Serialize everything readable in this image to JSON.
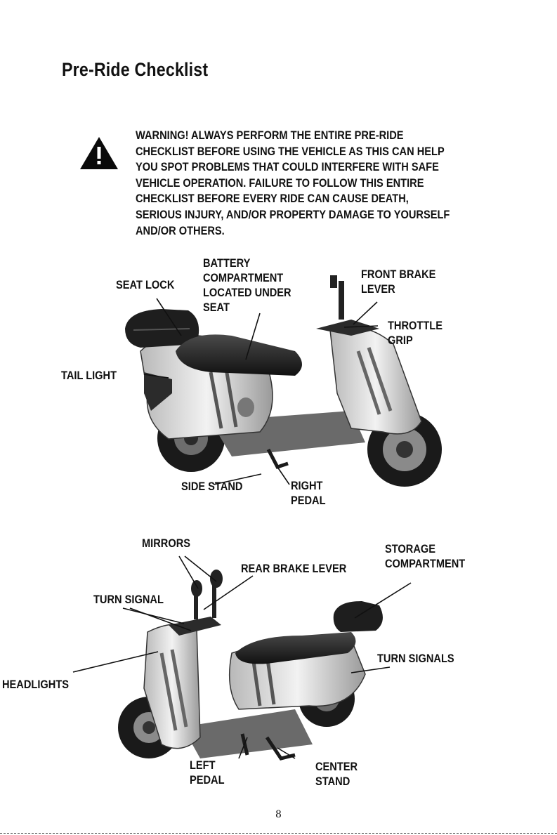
{
  "page": {
    "title": "Pre-Ride Checklist",
    "page_number": "8"
  },
  "warning": {
    "icon": "warning-triangle-icon",
    "lines": [
      "WARNING!  ALWAYS PERFORM THE ENTIRE PRE-RIDE",
      "CHECKLIST BEFORE USING THE VEHICLE AS THIS CAN HELP",
      "YOU SPOT PROBLEMS THAT COULD INTERFERE WITH SAFE",
      "VEHICLE OPERATION.  FAILURE TO FOLLOW THIS ENTIRE",
      "CHECKLIST BEFORE EVERY RIDE CAN CAUSE DEATH,",
      "SERIOUS INJURY, AND/OR PROPERTY DAMAGE TO YOURSELF",
      "AND/OR OTHERS."
    ]
  },
  "figure1": {
    "seat_lock": "SEAT LOCK",
    "battery": [
      "BATTERY",
      "COMPARTMENT",
      "LOCATED UNDER",
      "SEAT"
    ],
    "front_brake": [
      "FRONT BRAKE",
      "LEVER"
    ],
    "throttle": [
      "THROTTLE",
      "GRIP"
    ],
    "tail_light": "TAIL LIGHT",
    "side_stand": "SIDE STAND",
    "right_pedal": [
      "RIGHT",
      "PEDAL"
    ]
  },
  "figure2": {
    "mirrors": "MIRRORS",
    "storage": [
      "STORAGE",
      "COMPARTMENT"
    ],
    "rear_brake": "REAR BRAKE LEVER",
    "turn_signal": "TURN SIGNAL",
    "turn_signals": "TURN SIGNALS",
    "headlights": "HEADLIGHTS",
    "left_pedal": [
      "LEFT",
      "PEDAL"
    ],
    "center_stand": [
      "CENTER",
      "STAND"
    ]
  }
}
